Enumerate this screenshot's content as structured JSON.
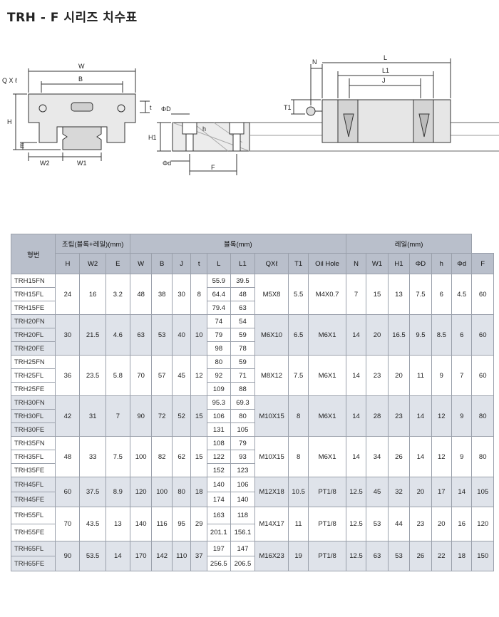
{
  "title": "TRH - F 시리즈 치수표",
  "drawing_labels": {
    "qxl": "Q X ℓ",
    "W": "W",
    "B": "B",
    "H": "H",
    "E": "E",
    "W2": "W2",
    "W1": "W1",
    "t": "t",
    "PhiD": "ΦD",
    "H1": "H1",
    "h": "h",
    "Phid": "Φd",
    "F": "F",
    "N": "N",
    "L": "L",
    "L1": "L1",
    "J": "J",
    "T1": "T1"
  },
  "table": {
    "header_groups": {
      "model": "형번",
      "assembly": "조립(블록+레일)(mm)",
      "block": "블록(mm)",
      "rail": "레일(mm)"
    },
    "columns": [
      "H",
      "W2",
      "E",
      "W",
      "B",
      "J",
      "t",
      "L",
      "L1",
      "QXℓ",
      "T1",
      "Oil Hole",
      "N",
      "W1",
      "H1",
      "ΦD",
      "h",
      "Φd",
      "F"
    ],
    "groups": [
      {
        "models": [
          "TRH15FN",
          "TRH15FL",
          "TRH15FE"
        ],
        "H": "24",
        "W2": "16",
        "E": "3.2",
        "W": "48",
        "B": "38",
        "J": "30",
        "t": "8",
        "L": [
          "55.9",
          "64.4",
          "79.4"
        ],
        "L1": [
          "39.5",
          "48",
          "63"
        ],
        "QXl": "M5X8",
        "T1": "5.5",
        "OilHole": "M4X0.7",
        "N": "7",
        "W1": "15",
        "H1": "13",
        "PhiD": "7.5",
        "h": "6",
        "Phid": "4.5",
        "F": "60"
      },
      {
        "models": [
          "TRH20FN",
          "TRH20FL",
          "TRH20FE"
        ],
        "H": "30",
        "W2": "21.5",
        "E": "4.6",
        "W": "63",
        "B": "53",
        "J": "40",
        "t": "10",
        "L": [
          "74",
          "79",
          "98"
        ],
        "L1": [
          "54",
          "59",
          "78"
        ],
        "QXl": "M6X10",
        "T1": "6.5",
        "OilHole": "M6X1",
        "N": "14",
        "W1": "20",
        "H1": "16.5",
        "PhiD": "9.5",
        "h": "8.5",
        "Phid": "6",
        "F": "60"
      },
      {
        "models": [
          "TRH25FN",
          "TRH25FL",
          "TRH25FE"
        ],
        "H": "36",
        "W2": "23.5",
        "E": "5.8",
        "W": "70",
        "B": "57",
        "J": "45",
        "t": "12",
        "L": [
          "80",
          "92",
          "109"
        ],
        "L1": [
          "59",
          "71",
          "88"
        ],
        "QXl": "M8X12",
        "T1": "7.5",
        "OilHole": "M6X1",
        "N": "14",
        "W1": "23",
        "H1": "20",
        "PhiD": "11",
        "h": "9",
        "Phid": "7",
        "F": "60"
      },
      {
        "models": [
          "TRH30FN",
          "TRH30FL",
          "TRH30FE"
        ],
        "H": "42",
        "W2": "31",
        "E": "7",
        "W": "90",
        "B": "72",
        "J": "52",
        "t": "15",
        "L": [
          "95.3",
          "106",
          "131"
        ],
        "L1": [
          "69.3",
          "80",
          "105"
        ],
        "QXl": "M10X15",
        "T1": "8",
        "OilHole": "M6X1",
        "N": "14",
        "W1": "28",
        "H1": "23",
        "PhiD": "14",
        "h": "12",
        "Phid": "9",
        "F": "80"
      },
      {
        "models": [
          "TRH35FN",
          "TRH35FL",
          "TRH35FE"
        ],
        "H": "48",
        "W2": "33",
        "E": "7.5",
        "W": "100",
        "B": "82",
        "J": "62",
        "t": "15",
        "L": [
          "108",
          "122",
          "152"
        ],
        "L1": [
          "79",
          "93",
          "123"
        ],
        "QXl": "M10X15",
        "T1": "8",
        "OilHole": "M6X1",
        "N": "14",
        "W1": "34",
        "H1": "26",
        "PhiD": "14",
        "h": "12",
        "Phid": "9",
        "F": "80"
      },
      {
        "models": [
          "TRH45FL",
          "TRH45FE"
        ],
        "H": "60",
        "W2": "37.5",
        "E": "8.9",
        "W": "120",
        "B": "100",
        "J": "80",
        "t": "18",
        "L": [
          "140",
          "174"
        ],
        "L1": [
          "106",
          "140"
        ],
        "QXl": "M12X18",
        "T1": "10.5",
        "OilHole": "PT1/8",
        "N": "12.5",
        "W1": "45",
        "H1": "32",
        "PhiD": "20",
        "h": "17",
        "Phid": "14",
        "F": "105"
      },
      {
        "models": [
          "TRH55FL",
          "TRH55FE"
        ],
        "H": "70",
        "W2": "43.5",
        "E": "13",
        "W": "140",
        "B": "116",
        "J": "95",
        "t": "29",
        "L": [
          "163",
          "201.1"
        ],
        "L1": [
          "118",
          "156.1"
        ],
        "QXl": "M14X17",
        "T1": "11",
        "OilHole": "PT1/8",
        "N": "12.5",
        "W1": "53",
        "H1": "44",
        "PhiD": "23",
        "h": "20",
        "Phid": "16",
        "F": "120"
      },
      {
        "models": [
          "TRH65FL",
          "TRH65FE"
        ],
        "H": "90",
        "W2": "53.5",
        "E": "14",
        "W": "170",
        "B": "142",
        "J": "110",
        "t": "37",
        "L": [
          "197",
          "256.5"
        ],
        "L1": [
          "147",
          "206.5"
        ],
        "QXl": "M16X23",
        "T1": "19",
        "OilHole": "PT1/8",
        "N": "12.5",
        "W1": "63",
        "H1": "53",
        "PhiD": "26",
        "h": "22",
        "Phid": "18",
        "F": "150"
      }
    ]
  }
}
